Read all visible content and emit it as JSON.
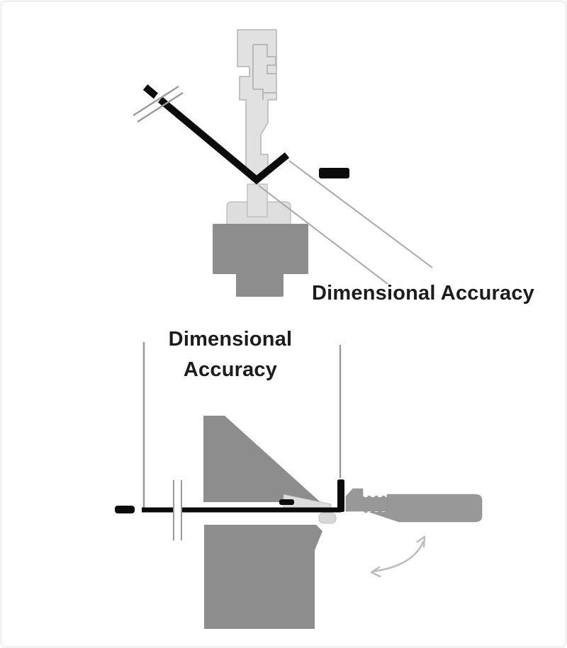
{
  "page": {
    "background": "#ffffff",
    "border_color": "#e3e3e3"
  },
  "labels": {
    "top": "Dimensional Accuracy",
    "bottom_line1": "Dimensional",
    "bottom_line2": "Accuracy"
  },
  "colors": {
    "dark_tool_gray": "#8d8d8d",
    "mid_tool_gray": "#989898",
    "light_tool_gray": "#e1e1e1",
    "tool_outline": "#b4b4b4",
    "sheet_black": "#0b0b0b",
    "reference_line_gray": "#9a9a9a",
    "springback_line_gray": "#a8a8a8",
    "rotation_arrow_gray": "#bcbcbc",
    "label_text": "#1c1c1c"
  }
}
